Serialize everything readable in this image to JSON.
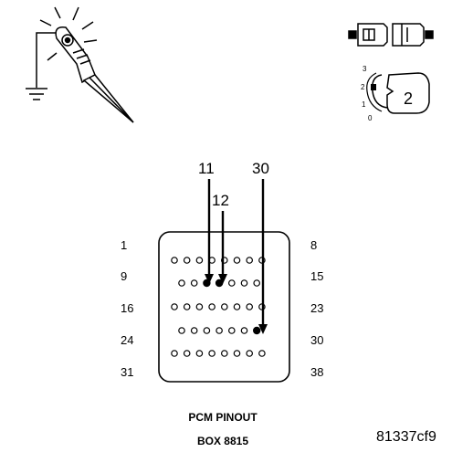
{
  "connector": {
    "row_labels_left": [
      "1",
      "9",
      "16",
      "24",
      "31"
    ],
    "row_labels_right": [
      "8",
      "15",
      "23",
      "30",
      "38"
    ],
    "rows": [
      {
        "first_pin": 1,
        "count": 8
      },
      {
        "first_pin": 9,
        "count": 7
      },
      {
        "first_pin": 16,
        "count": 8
      },
      {
        "first_pin": 24,
        "count": 7
      },
      {
        "first_pin": 31,
        "count": 8
      }
    ]
  },
  "callouts": [
    {
      "label": "11",
      "pin": 11
    },
    {
      "label": "12",
      "pin": 12
    },
    {
      "label": "30",
      "pin": 30
    }
  ],
  "ignition_icon": {
    "positions": [
      "3",
      "2",
      "1",
      "0"
    ],
    "key_label": "2"
  },
  "caption": {
    "line1": "PCM PINOUT",
    "line2": "BOX 8815"
  },
  "figure_id": "81337cf9"
}
